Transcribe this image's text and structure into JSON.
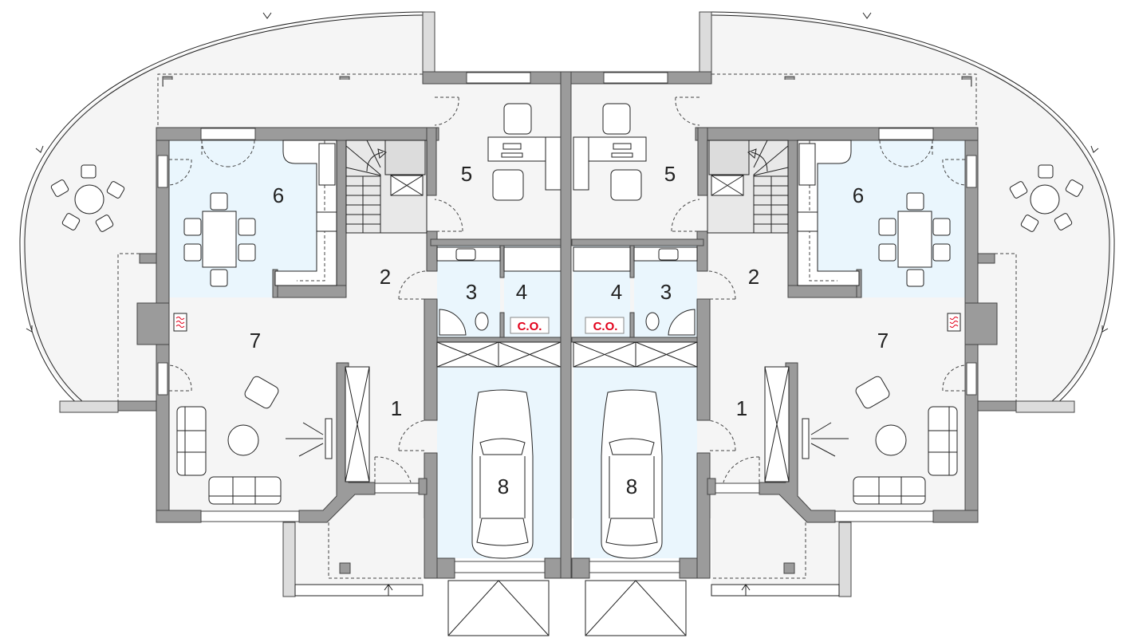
{
  "plan": {
    "units": [
      {
        "side": "left",
        "rooms": [
          {
            "number": "1"
          },
          {
            "number": "2"
          },
          {
            "number": "3"
          },
          {
            "number": "4"
          },
          {
            "number": "5"
          },
          {
            "number": "6"
          },
          {
            "number": "7"
          },
          {
            "number": "8"
          }
        ],
        "boiler_label": "C.O."
      },
      {
        "side": "right",
        "rooms": [
          {
            "number": "1"
          },
          {
            "number": "2"
          },
          {
            "number": "3"
          },
          {
            "number": "4"
          },
          {
            "number": "5"
          },
          {
            "number": "6"
          },
          {
            "number": "7"
          },
          {
            "number": "8"
          }
        ],
        "boiler_label": "C.O."
      }
    ],
    "icons": [
      "fireplace-heater-icon",
      "car-icon",
      "stair-arrow-icon",
      "entrance-arrow-icon"
    ],
    "colors": {
      "wall": "#9b9b9b",
      "floor": "#f5f5f5",
      "highlighted_room": "#eaf6fd",
      "boiler_label": "#e2001a"
    }
  }
}
